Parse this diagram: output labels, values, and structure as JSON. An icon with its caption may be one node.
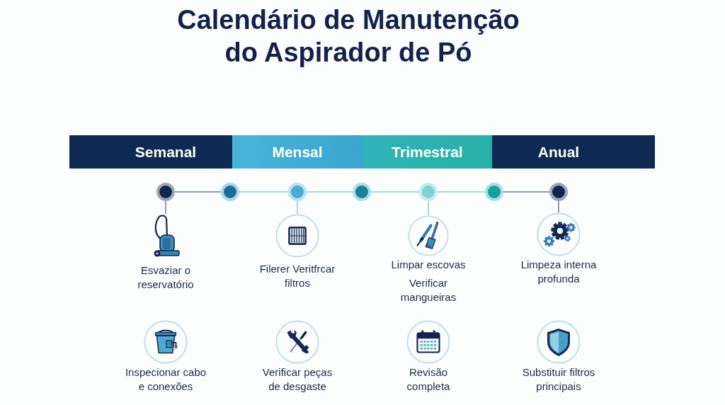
{
  "diagram": {
    "title": "Calendário de Manutenção do Aspirador de Pó",
    "nodes": [
      {
        "text": [
          "Semanal"
        ]
      },
      {
        "text": [
          "Mensal"
        ]
      },
      {
        "text": [
          "Trimestral"
        ]
      },
      {
        "text": [
          "Anual"
        ]
      },
      {
        "text": [],
        "shape": "circle"
      },
      {
        "text": [],
        "shape": "circle"
      },
      {
        "text": [],
        "shape": "circle"
      },
      {
        "text": [],
        "shape": "circle"
      },
      {
        "text": [],
        "shape": "circle"
      },
      {
        "text": [],
        "shape": "circle"
      },
      {
        "text": [],
        "shape": "circle"
      },
      {
        "text": [
          "Esvaziar o reservatório"
        ]
      },
      {
        "text": [
          "Filerer Veritfrcar filtros"
        ]
      },
      {
        "text": [
          "Limpar escovas",
          "Verificar mangueiras"
        ]
      },
      {
        "text": [
          "Limpeza interna profunda"
        ]
      },
      {
        "text": [
          "Inspecionar cabo e conexões"
        ]
      },
      {
        "text": [
          "Verificar peças de desgaste"
        ]
      },
      {
        "text": [
          "Revisão completa"
        ]
      },
      {
        "text": [
          "Substituir filtros principais"
        ]
      }
    ],
    "edges": [
      {
        "from": 4,
        "to": 5,
        "arrow": "none",
        "color": "#8e9ab4"
      },
      {
        "from": 5,
        "to": 6,
        "arrow": "none"
      },
      {
        "from": 6,
        "to": 7,
        "arrow": "none"
      },
      {
        "from": 7,
        "to": 8,
        "arrow": "none"
      },
      {
        "from": 8,
        "to": 9,
        "arrow": "none"
      },
      {
        "from": 9,
        "to": 10,
        "arrow": "none",
        "color": "#8e9ab4"
      },
      {
        "from": 4,
        "to": 11,
        "arrow": "none",
        "color": "#8e9ab4"
      },
      {
        "from": 6,
        "to": 12,
        "arrow": "none"
      },
      {
        "from": 8,
        "to": 13,
        "arrow": "none"
      },
      {
        "from": 10,
        "to": 14,
        "arrow": "none",
        "color": "#8e9ab4"
      }
    ]
  }
}
